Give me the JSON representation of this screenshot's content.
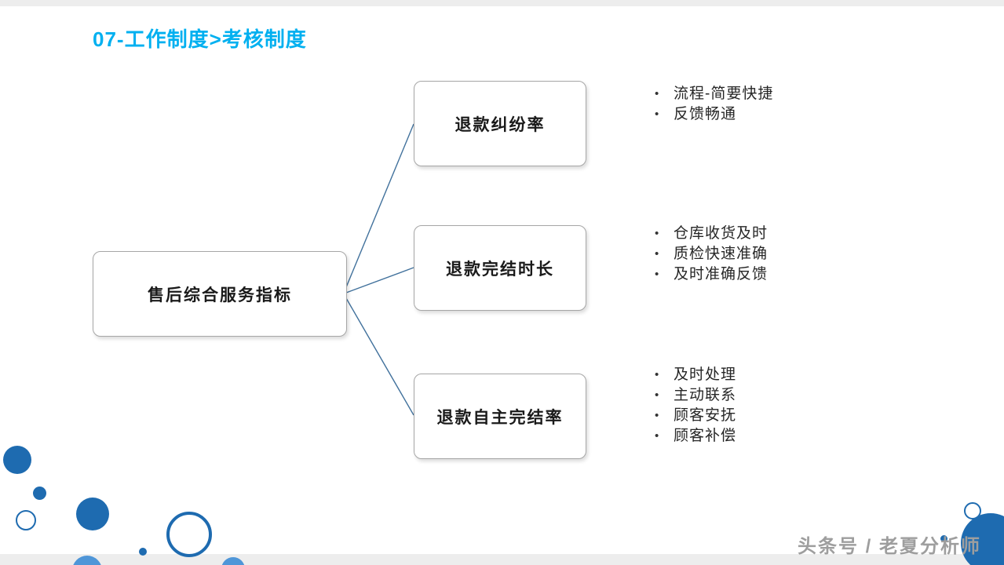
{
  "slide": {
    "title": "07-工作制度>考核制度",
    "watermark": "头条号 / 老夏分析师"
  },
  "diagram": {
    "root_label": "售后综合服务指标",
    "branches": [
      {
        "label": "退款纠纷率",
        "bullets": [
          "流程-简要快捷",
          "反馈畅通"
        ]
      },
      {
        "label": "退款完结时长",
        "bullets": [
          "仓库收货及时",
          "质检快速准确",
          "及时准确反馈"
        ]
      },
      {
        "label": "退款自主完结率",
        "bullets": [
          "及时处理",
          "主动联系",
          "顾客安抚",
          "顾客补偿"
        ]
      }
    ]
  },
  "colors": {
    "title": "#00b0f0",
    "connector": "#41719c",
    "circle_fill": "#1e6bb0",
    "circle_light": "#4f96d8",
    "box_border": "#a6a6a6",
    "watermark": "#9e9e9e"
  }
}
